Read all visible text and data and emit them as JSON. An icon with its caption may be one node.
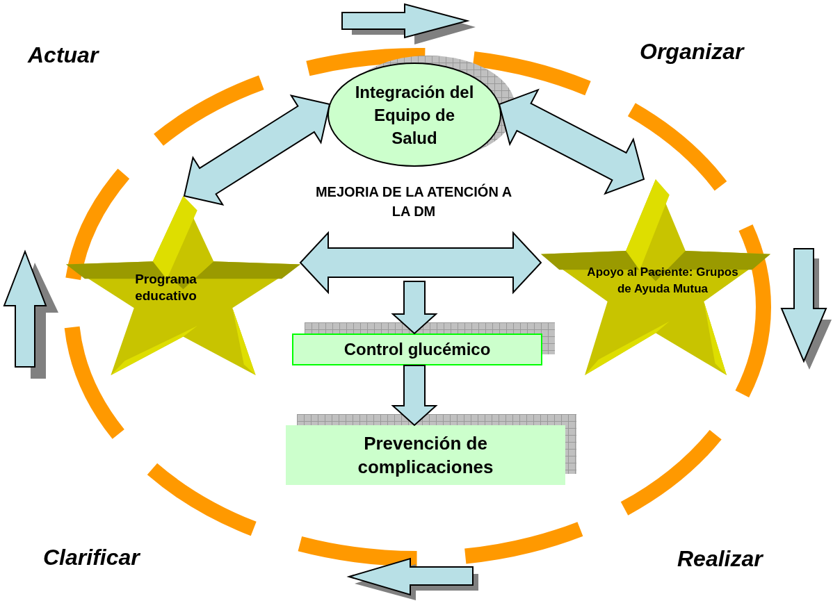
{
  "diagram": {
    "nodes": [
      {
        "text": [
          "Integración del Equipo de Salud"
        ]
      },
      {
        "text": [
          "Programa educativo"
        ]
      },
      {
        "text": [
          "Apoyo al Paciente: Grupos de Ayuda Mutua"
        ]
      },
      {
        "text": [
          "Control glucémico"
        ]
      },
      {
        "text": [
          "Prevención de complicaciones"
        ]
      }
    ],
    "edges": [
      {
        "from": 1,
        "to": 0,
        "arrow": "both"
      },
      {
        "from": 0,
        "to": 2,
        "arrow": "both"
      },
      {
        "from": 1,
        "to": 2,
        "arrow": "both"
      },
      {
        "from": null,
        "to": 3,
        "arrow": "to"
      },
      {
        "from": 3,
        "to": 4,
        "arrow": "to"
      }
    ],
    "labels": [
      "Actuar",
      "Organizar",
      "MEJORIA DE LA ATENCIÓN A LA DM",
      "Clarificar",
      "Realizar"
    ]
  }
}
